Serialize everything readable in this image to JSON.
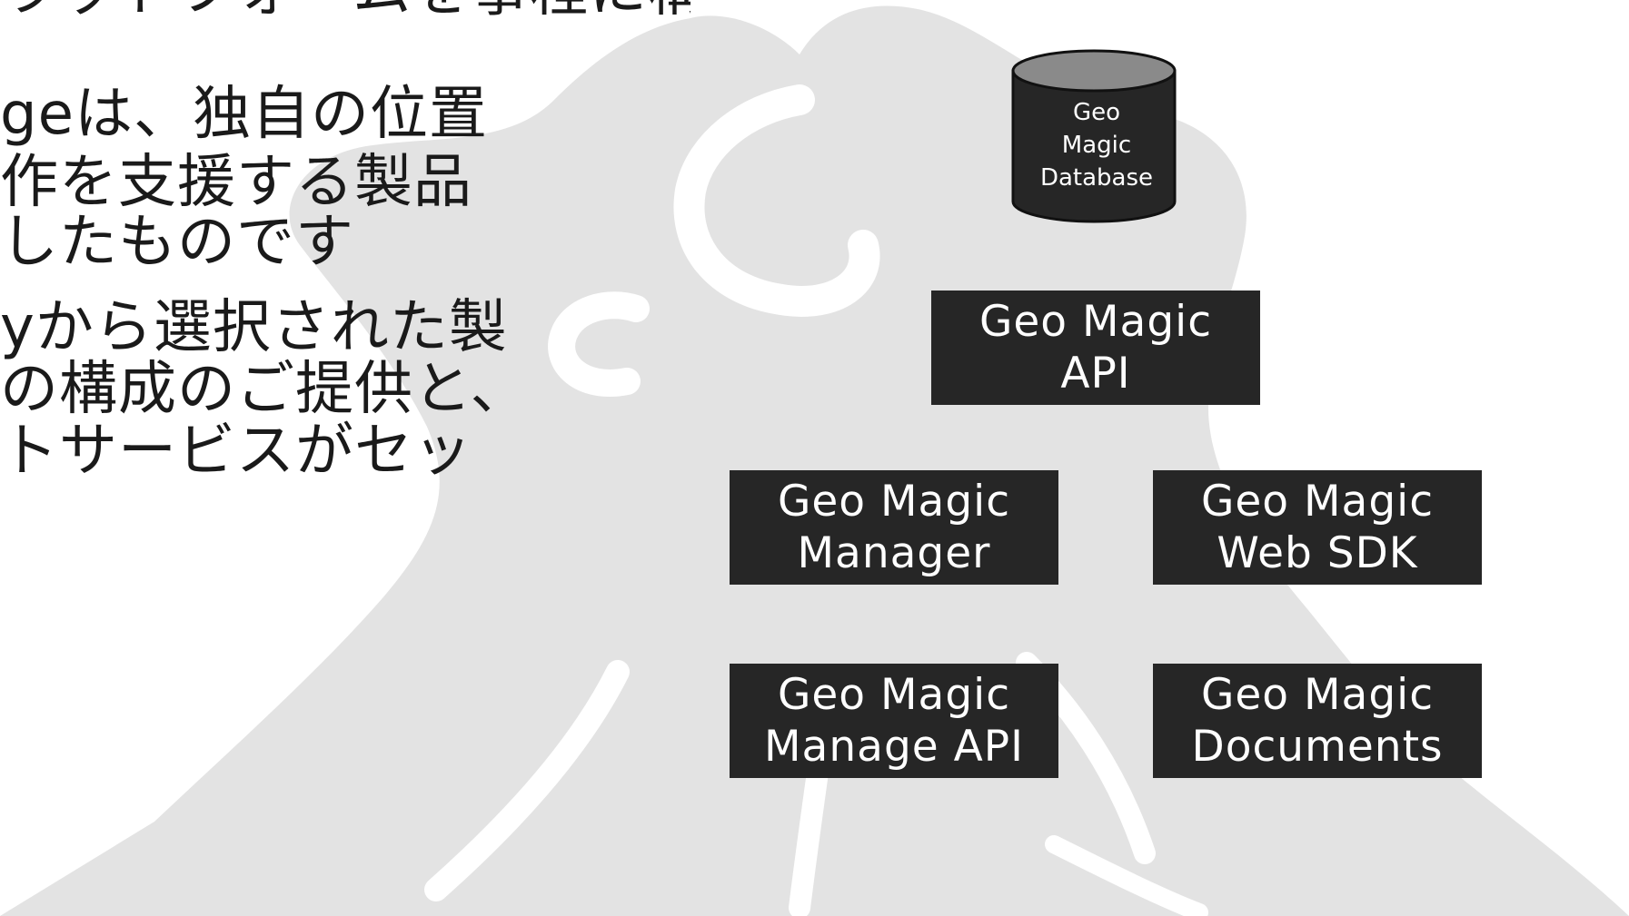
{
  "text_block": {
    "lines": [
      "ラットフォームを事程に構築",
      "geは、独自の位置",
      "作を支援する製品",
      "したものです",
      "yから選択された製",
      "の構成のご提供と、",
      "トサービスがセッ"
    ]
  },
  "diagram": {
    "database": {
      "label_lines": [
        "Geo",
        "Magic",
        "Database"
      ]
    },
    "nodes": {
      "api": {
        "lines": [
          "Geo Magic",
          "API"
        ]
      },
      "manager": {
        "lines": [
          "Geo Magic",
          "Manager"
        ]
      },
      "web_sdk": {
        "lines": [
          "Geo Magic",
          "Web SDK"
        ]
      },
      "manage_api": {
        "lines": [
          "Geo Magic",
          "Manage API"
        ]
      },
      "documents": {
        "lines": [
          "Geo Magic",
          "Documents"
        ]
      }
    }
  },
  "colors": {
    "node_fill": "#262626",
    "node_text": "#ffffff",
    "database_top": "#8a8a8a",
    "database_body": "#262626",
    "watermark": "#e3e3e3",
    "body_text": "#1a1a1a"
  }
}
